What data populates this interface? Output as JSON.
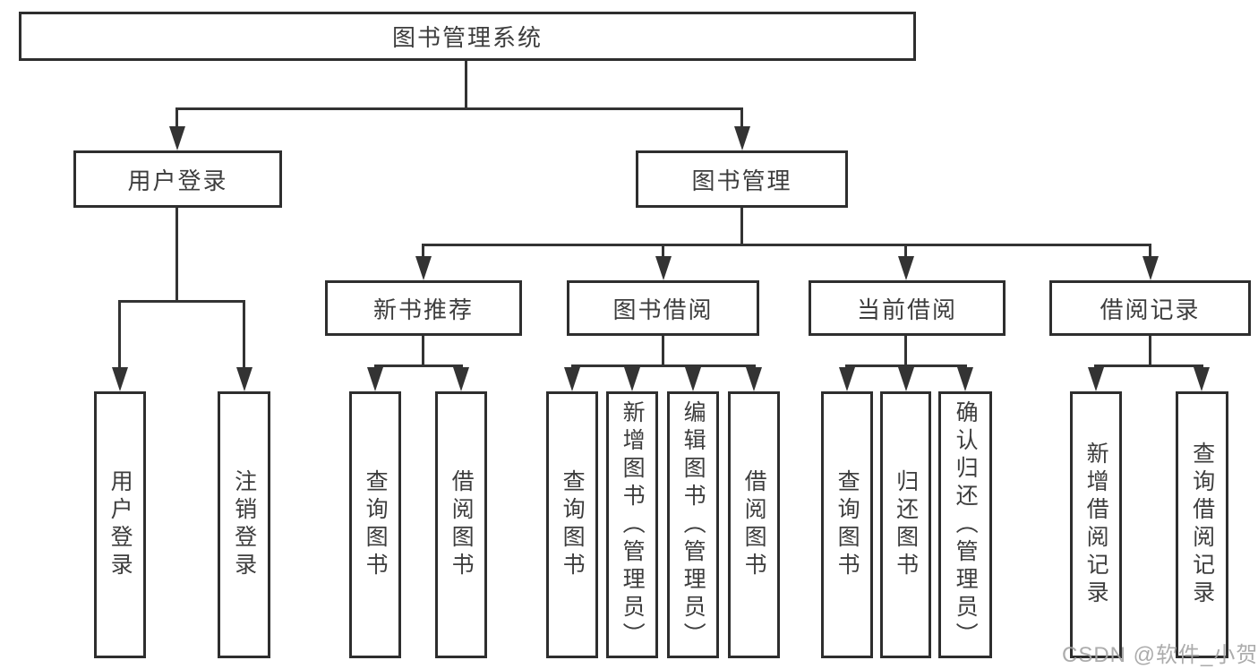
{
  "tree": {
    "label": "图书管理系统",
    "children": [
      {
        "label": "用户登录",
        "children": [
          {
            "label": "用户登录"
          },
          {
            "label": "注销登录"
          }
        ]
      },
      {
        "label": "图书管理",
        "children": [
          {
            "label": "新书推荐",
            "children": [
              {
                "label": "查询图书"
              },
              {
                "label": "借阅图书"
              }
            ]
          },
          {
            "label": "图书借阅",
            "children": [
              {
                "label": "查询图书"
              },
              {
                "label": "新增图书（管理员）"
              },
              {
                "label": "编辑图书（管理员）"
              },
              {
                "label": "借阅图书"
              }
            ]
          },
          {
            "label": "当前借阅",
            "children": [
              {
                "label": "查询图书"
              },
              {
                "label": "归还图书"
              },
              {
                "label": "确认归还（管理员）"
              }
            ]
          },
          {
            "label": "借阅记录",
            "children": [
              {
                "label": "新增借阅记录"
              },
              {
                "label": "查询借阅记录"
              }
            ]
          }
        ]
      }
    ]
  },
  "watermark": "CSDN @软件_小贺同学",
  "colors": {
    "line": "#333333",
    "border": "#2e2e2e",
    "text": "#3d3d3d",
    "background": "#ffffff",
    "watermark": "#a5a5a5"
  }
}
